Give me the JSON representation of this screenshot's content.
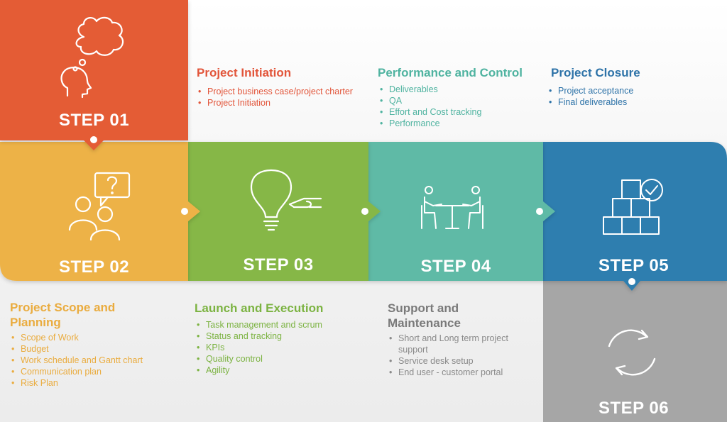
{
  "steps": [
    {
      "label": "STEP 01",
      "color": "#e45b36",
      "icon": "thinking-head-icon"
    },
    {
      "label": "STEP 02",
      "color": "#edb246",
      "icon": "people-question-icon"
    },
    {
      "label": "STEP 03",
      "color": "#86b746",
      "icon": "lightbulb-hand-icon"
    },
    {
      "label": "STEP 04",
      "color": "#5fbaa6",
      "icon": "meeting-table-icon"
    },
    {
      "label": "STEP 05",
      "color": "#2f7eaf",
      "icon": "boxes-check-icon"
    },
    {
      "label": "STEP 06",
      "color": "#a6a6a6",
      "icon": "refresh-cycle-icon"
    }
  ],
  "sections": {
    "initiation": {
      "title": "Project Initiation",
      "items": [
        "Project business case/project charter",
        "Project Initiation"
      ]
    },
    "performance": {
      "title": "Performance and Control",
      "items": [
        "Deliverables",
        "QA",
        "Effort and Cost tracking",
        "Performance"
      ]
    },
    "closure": {
      "title": "Project Closure",
      "items": [
        "Project acceptance",
        "Final deliverables"
      ]
    },
    "scope": {
      "title_line1": "Project Scope and",
      "title_line2": "Planning",
      "items": [
        "Scope of Work",
        "Budget",
        "Work schedule and Gantt chart",
        "Communication plan",
        "Risk Plan"
      ]
    },
    "launch": {
      "title": "Launch and Execution",
      "items": [
        "Task management and scrum",
        "Status and tracking",
        "KPIs",
        "Quality control",
        "Agility"
      ]
    },
    "support": {
      "title_line1": "Support and",
      "title_line2": "Maintenance",
      "item1_line1": "Short and Long term project",
      "item1_line2": "support",
      "items": [
        "Service desk setup",
        "End user - customer portal"
      ]
    }
  }
}
